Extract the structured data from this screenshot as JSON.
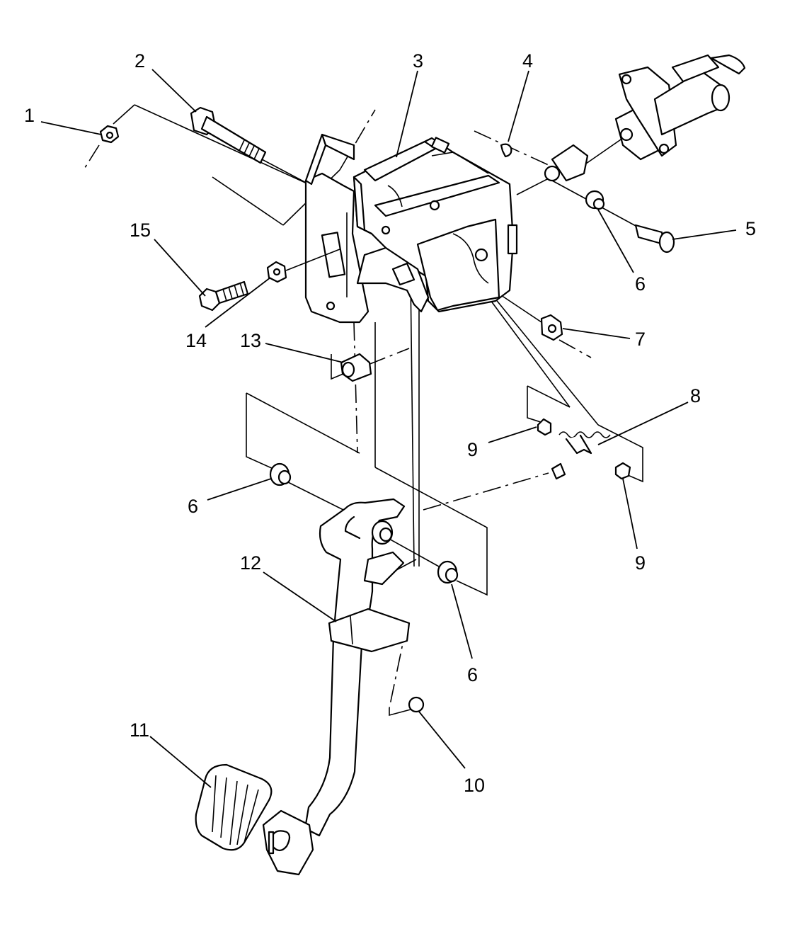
{
  "callouts": [
    {
      "id": "c1",
      "label": "1"
    },
    {
      "id": "c2",
      "label": "2"
    },
    {
      "id": "c3",
      "label": "3"
    },
    {
      "id": "c4",
      "label": "4"
    },
    {
      "id": "c5",
      "label": "5"
    },
    {
      "id": "c6a",
      "label": "6"
    },
    {
      "id": "c7",
      "label": "7"
    },
    {
      "id": "c8",
      "label": "8"
    },
    {
      "id": "c9a",
      "label": "9"
    },
    {
      "id": "c9b",
      "label": "9"
    },
    {
      "id": "c6b",
      "label": "6"
    },
    {
      "id": "c6c",
      "label": "6"
    },
    {
      "id": "c10",
      "label": "10"
    },
    {
      "id": "c11",
      "label": "11"
    },
    {
      "id": "c12",
      "label": "12"
    },
    {
      "id": "c13",
      "label": "13"
    },
    {
      "id": "c14",
      "label": "14"
    },
    {
      "id": "c15",
      "label": "15"
    }
  ]
}
